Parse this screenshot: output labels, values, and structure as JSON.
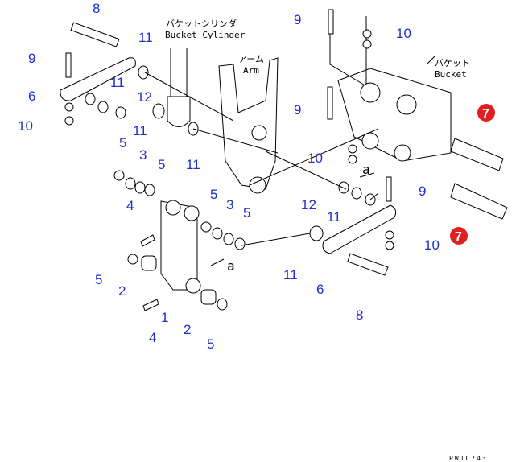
{
  "labels": {
    "bucket_cylinder_jp": "バケットシリンダ",
    "bucket_cylinder_en": "Bucket Cylinder",
    "arm_jp": "アーム",
    "arm_en": "Arm",
    "bucket_jp": "バケット",
    "bucket_en": "Bucket",
    "view_a1": "a",
    "view_a2": "a",
    "drawing_code": "PW1C743"
  },
  "callouts": [
    "8",
    "9",
    "6",
    "10",
    "11",
    "11",
    "12",
    "11",
    "5",
    "3",
    "5",
    "11",
    "4",
    "5",
    "2",
    "1",
    "4",
    "2",
    "5",
    "5",
    "3",
    "5",
    "11",
    "6",
    "8",
    "9",
    "10",
    "9",
    "10",
    "12",
    "11",
    "9",
    "10"
  ],
  "highlighted_callouts": [
    "7",
    "7"
  ],
  "colors": {
    "callout": "#1f2fd0",
    "highlight": "#e02020"
  }
}
